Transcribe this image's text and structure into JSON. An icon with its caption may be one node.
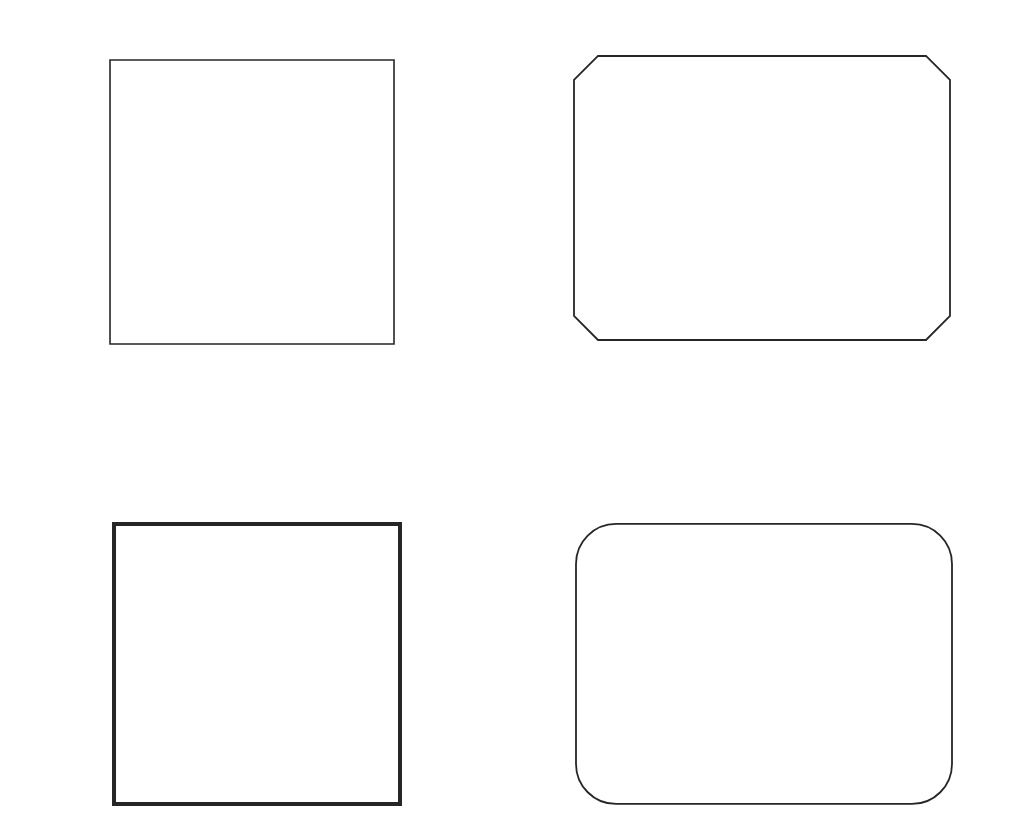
{
  "diagram": {
    "nodes": [
      {
        "text": [],
        "shape": "box"
      },
      {
        "text": [],
        "shape": "octagon"
      },
      {
        "text": [],
        "shape": "box"
      },
      {
        "text": [],
        "shape": "rounded"
      }
    ]
  }
}
